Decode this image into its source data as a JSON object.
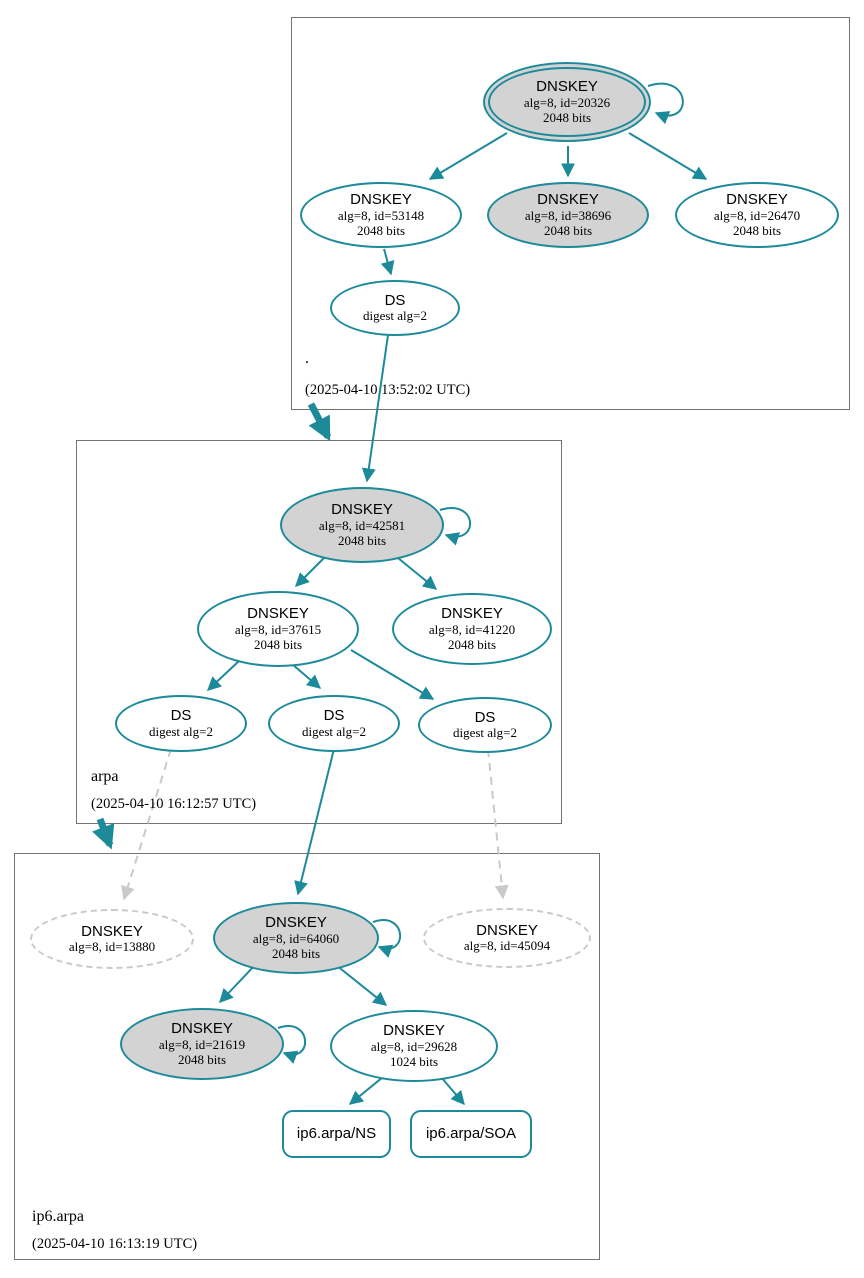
{
  "colors": {
    "edge_teal": "#1d8a9a",
    "node_fill_gray": "#d3d3d3",
    "dashed_gray": "#c9c9c9",
    "box_border": "#737373"
  },
  "zones": {
    "root": {
      "label": ".",
      "timestamp": "(2025-04-10 13:52:02 UTC)",
      "nodes": {
        "ksk_20326": {
          "title": "DNSKEY",
          "detail": "alg=8, id=20326",
          "bits": "2048 bits"
        },
        "zsk_53148": {
          "title": "DNSKEY",
          "detail": "alg=8, id=53148",
          "bits": "2048 bits"
        },
        "zsk_38696": {
          "title": "DNSKEY",
          "detail": "alg=8, id=38696",
          "bits": "2048 bits"
        },
        "zsk_26470": {
          "title": "DNSKEY",
          "detail": "alg=8, id=26470",
          "bits": "2048 bits"
        },
        "ds": {
          "title": "DS",
          "detail": "digest alg=2"
        }
      }
    },
    "arpa": {
      "label": "arpa",
      "timestamp": "(2025-04-10 16:12:57 UTC)",
      "nodes": {
        "ksk_42581": {
          "title": "DNSKEY",
          "detail": "alg=8, id=42581",
          "bits": "2048 bits"
        },
        "zsk_37615": {
          "title": "DNSKEY",
          "detail": "alg=8, id=37615",
          "bits": "2048 bits"
        },
        "zsk_41220": {
          "title": "DNSKEY",
          "detail": "alg=8, id=41220",
          "bits": "2048 bits"
        },
        "ds_left": {
          "title": "DS",
          "detail": "digest alg=2"
        },
        "ds_mid": {
          "title": "DS",
          "detail": "digest alg=2"
        },
        "ds_right": {
          "title": "DS",
          "detail": "digest alg=2"
        }
      }
    },
    "ip6_arpa": {
      "label": "ip6.arpa",
      "timestamp": "(2025-04-10 16:13:19 UTC)",
      "nodes": {
        "dnskey_13880": {
          "title": "DNSKEY",
          "detail": "alg=8, id=13880"
        },
        "ksk_64060": {
          "title": "DNSKEY",
          "detail": "alg=8, id=64060",
          "bits": "2048 bits"
        },
        "dnskey_45094": {
          "title": "DNSKEY",
          "detail": "alg=8, id=45094"
        },
        "zsk_21619": {
          "title": "DNSKEY",
          "detail": "alg=8, id=21619",
          "bits": "2048 bits"
        },
        "zsk_29628": {
          "title": "DNSKEY",
          "detail": "alg=8, id=29628",
          "bits": "1024 bits"
        },
        "rrset_ns": {
          "label": "ip6.arpa/NS"
        },
        "rrset_soa": {
          "label": "ip6.arpa/SOA"
        }
      }
    }
  },
  "edges": [
    {
      "from": "root.ksk_20326",
      "to": "root.ksk_20326",
      "style": "self-loop"
    },
    {
      "from": "root.ksk_20326",
      "to": "root.zsk_53148",
      "style": "solid"
    },
    {
      "from": "root.ksk_20326",
      "to": "root.zsk_38696",
      "style": "solid"
    },
    {
      "from": "root.ksk_20326",
      "to": "root.zsk_26470",
      "style": "solid"
    },
    {
      "from": "root.zsk_53148",
      "to": "root.ds",
      "style": "solid"
    },
    {
      "from": "root.ds",
      "to": "arpa.ksk_42581",
      "style": "solid"
    },
    {
      "from": "root",
      "to": "arpa",
      "style": "zone-delegation"
    },
    {
      "from": "arpa.ksk_42581",
      "to": "arpa.ksk_42581",
      "style": "self-loop"
    },
    {
      "from": "arpa.ksk_42581",
      "to": "arpa.zsk_37615",
      "style": "solid"
    },
    {
      "from": "arpa.ksk_42581",
      "to": "arpa.zsk_41220",
      "style": "solid"
    },
    {
      "from": "arpa.zsk_37615",
      "to": "arpa.ds_left",
      "style": "solid"
    },
    {
      "from": "arpa.zsk_37615",
      "to": "arpa.ds_mid",
      "style": "solid"
    },
    {
      "from": "arpa.zsk_37615",
      "to": "arpa.ds_right",
      "style": "solid"
    },
    {
      "from": "arpa.ds_left",
      "to": "ip6_arpa.dnskey_13880",
      "style": "dashed"
    },
    {
      "from": "arpa.ds_mid",
      "to": "ip6_arpa.ksk_64060",
      "style": "solid"
    },
    {
      "from": "arpa.ds_right",
      "to": "ip6_arpa.dnskey_45094",
      "style": "dashed"
    },
    {
      "from": "arpa",
      "to": "ip6_arpa",
      "style": "zone-delegation"
    },
    {
      "from": "ip6_arpa.ksk_64060",
      "to": "ip6_arpa.ksk_64060",
      "style": "self-loop"
    },
    {
      "from": "ip6_arpa.ksk_64060",
      "to": "ip6_arpa.zsk_21619",
      "style": "solid"
    },
    {
      "from": "ip6_arpa.ksk_64060",
      "to": "ip6_arpa.zsk_29628",
      "style": "solid"
    },
    {
      "from": "ip6_arpa.zsk_21619",
      "to": "ip6_arpa.zsk_21619",
      "style": "self-loop"
    },
    {
      "from": "ip6_arpa.zsk_29628",
      "to": "ip6_arpa.rrset_ns",
      "style": "solid"
    },
    {
      "from": "ip6_arpa.zsk_29628",
      "to": "ip6_arpa.rrset_soa",
      "style": "solid"
    }
  ]
}
